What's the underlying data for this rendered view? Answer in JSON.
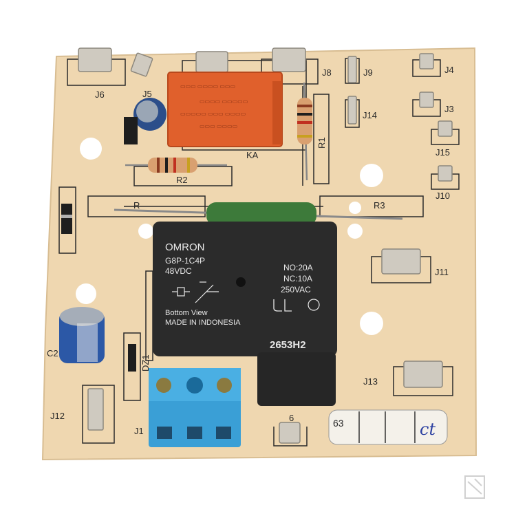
{
  "board": {
    "silkscreen_labels": {
      "j4": "J4",
      "j3": "J3",
      "j15": "J15",
      "j10": "J10",
      "j6": "J6",
      "j5": "J5",
      "j8": "J8",
      "j9": "J9",
      "j14": "J14",
      "ka": "KA",
      "r1": "R1",
      "r2": "R2",
      "r3": "R3",
      "r": "R",
      "j11": "J11",
      "j13": "J13",
      "j12": "J12",
      "j1": "J1",
      "dz1": "DZ1",
      "c2": "C2",
      "j_bottom": "6"
    },
    "handwritten_mark": "63",
    "handwritten_initials": "ct"
  },
  "relay": {
    "brand": "OMRON",
    "model": "G8P-1C4P",
    "coil": "48VDC",
    "rating_no": "NO:20A",
    "rating_nc": "NC:10A",
    "rating_v": "250VAC",
    "view": "Bottom View",
    "origin": "MADE IN INDONESIA",
    "lot": "2653H2"
  },
  "small_relay": {
    "color": "#e0602c"
  },
  "colors": {
    "pcb": "#efd7b0",
    "relay_body": "#2b2b2b",
    "terminal_block": "#3a9fd6",
    "resistor": "#d9a070",
    "green_resistor": "#3d7a3a"
  }
}
